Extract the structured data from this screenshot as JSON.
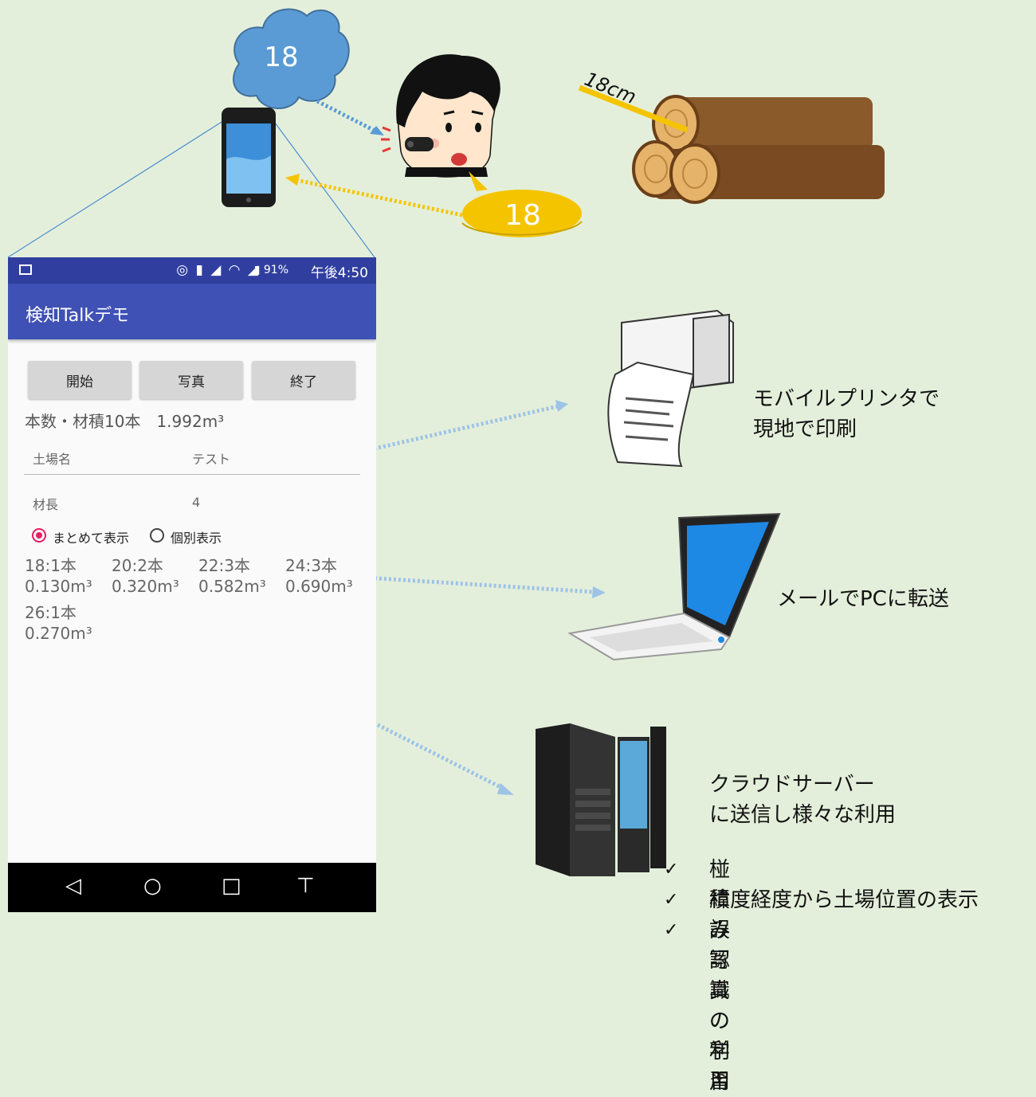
{
  "bubble_cloud": "18",
  "bubble_speech": "18",
  "log_measure": "18cm",
  "app": {
    "status": {
      "battery": "91%",
      "time": "午後4:50"
    },
    "title": "検知Talkデモ",
    "buttons": [
      "開始",
      "写真",
      "終了"
    ],
    "count_line": "本数・材積10本　1.992m³",
    "field1_label": "土場名",
    "field1_value": "テスト",
    "field2_label": "材長",
    "field2_value": "4",
    "radio_on": "まとめて表示",
    "radio_off": "個別表示",
    "results": [
      {
        "qty": "18:1本",
        "vol": "0.130m³"
      },
      {
        "qty": "20:2本",
        "vol": "0.320m³"
      },
      {
        "qty": "22:3本",
        "vol": "0.582m³"
      },
      {
        "qty": "24:3本",
        "vol": "0.690m³"
      },
      {
        "qty": "26:1本",
        "vol": "0.270m³"
      }
    ]
  },
  "printer_text": [
    "モバイルプリンタで",
    "現地で印刷"
  ],
  "pc_text": "メールでPCに転送",
  "cloud_text": [
    "クラウドサーバー",
    "に送信し様々な利用"
  ],
  "features": [
    "椪積み写真の利用",
    "緯度経度から土場位置の表示",
    "誤認識の学習"
  ],
  "colors": {
    "accent": "#3f51b5",
    "cloud": "#5b9bd5",
    "speech": "#f5c400",
    "arrow_blue": "#5b9bd5"
  }
}
